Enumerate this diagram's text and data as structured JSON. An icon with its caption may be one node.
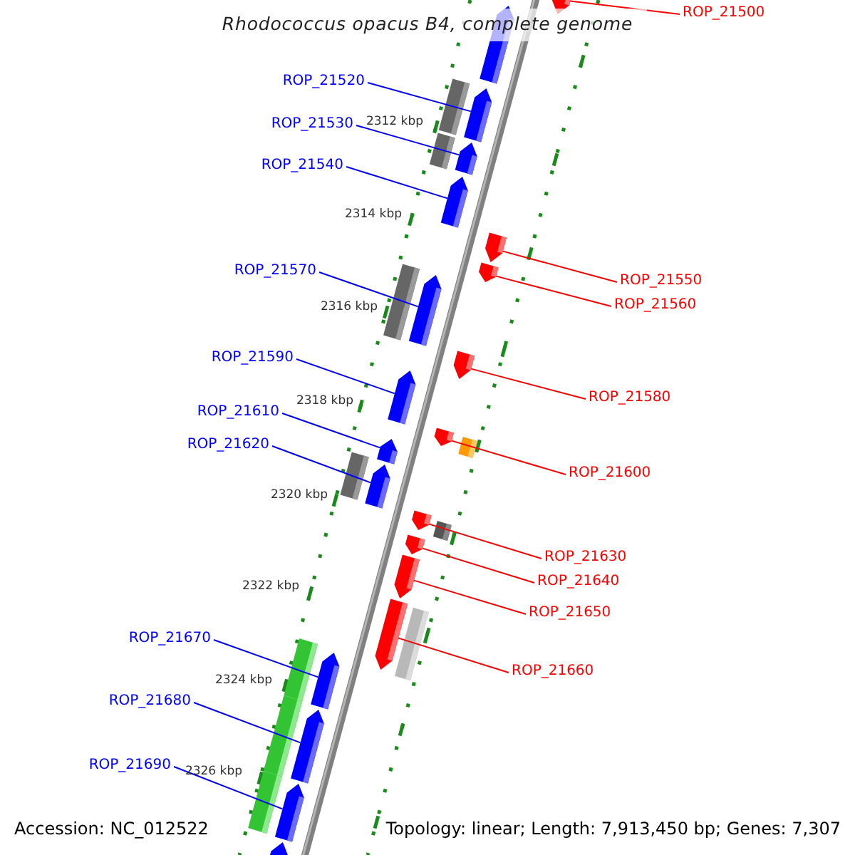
{
  "diagram": {
    "title": "Rhodococcus opacus B4, complete genome",
    "nodes": [
      {
        "text": [
          "ROP_21500"
        ]
      },
      {
        "text": [],
        "shape": "arrow"
      },
      {
        "text": [
          "ROP_21520"
        ]
      },
      {
        "text": [],
        "shape": "arrow"
      },
      {
        "text": [
          "ROP_21530"
        ]
      },
      {
        "text": [],
        "shape": "arrow"
      },
      {
        "text": [
          "ROP_21540"
        ]
      },
      {
        "text": [],
        "shape": "arrow"
      },
      {
        "text": [
          "ROP_21550"
        ]
      },
      {
        "text": [],
        "shape": "arrow"
      },
      {
        "text": [
          "ROP_21560"
        ]
      },
      {
        "text": [],
        "shape": "arrow"
      },
      {
        "text": [
          "ROP_21570"
        ]
      },
      {
        "text": [],
        "shape": "arrow"
      },
      {
        "text": [
          "ROP_21580"
        ]
      },
      {
        "text": [],
        "shape": "arrow"
      },
      {
        "text": [
          "ROP_21590"
        ]
      },
      {
        "text": [],
        "shape": "arrow"
      },
      {
        "text": [
          "ROP_21600"
        ]
      },
      {
        "text": [],
        "shape": "arrow"
      },
      {
        "text": [
          "ROP_21610"
        ]
      },
      {
        "text": [],
        "shape": "arrow"
      },
      {
        "text": [
          "ROP_21620"
        ]
      },
      {
        "text": [],
        "shape": "arrow"
      },
      {
        "text": [
          "ROP_21630"
        ]
      },
      {
        "text": [],
        "shape": "arrow"
      },
      {
        "text": [
          "ROP_21640"
        ]
      },
      {
        "text": [],
        "shape": "arrow"
      },
      {
        "text": [
          "ROP_21650"
        ]
      },
      {
        "text": [],
        "shape": "arrow"
      },
      {
        "text": [
          "ROP_21660"
        ]
      },
      {
        "text": [],
        "shape": "arrow"
      },
      {
        "text": [
          "ROP_21670"
        ]
      },
      {
        "text": [],
        "shape": "arrow"
      },
      {
        "text": [
          "ROP_21680"
        ]
      },
      {
        "text": [],
        "shape": "arrow"
      },
      {
        "text": [
          "ROP_21690"
        ]
      },
      {
        "text": [],
        "shape": "arrow"
      },
      {
        "text": [],
        "shape": "arrow"
      },
      {
        "text": [],
        "shape": "arrow"
      }
    ],
    "edges": [
      {
        "from": 0,
        "to": 1,
        "arrow": "none",
        "color": "#ff0000"
      },
      {
        "from": 2,
        "to": 3,
        "arrow": "none"
      },
      {
        "from": 4,
        "to": 5,
        "arrow": "none"
      },
      {
        "from": 6,
        "to": 7,
        "arrow": "none"
      },
      {
        "from": 8,
        "to": 9,
        "arrow": "none",
        "color": "#ff0000"
      },
      {
        "from": 10,
        "to": 11,
        "arrow": "none",
        "color": "#ff0000"
      },
      {
        "from": 12,
        "to": 13,
        "arrow": "none"
      },
      {
        "from": 14,
        "to": 15,
        "arrow": "none",
        "color": "#ff0000"
      },
      {
        "from": 16,
        "to": 17,
        "arrow": "none"
      },
      {
        "from": 18,
        "to": 19,
        "arrow": "none",
        "color": "#ff0000"
      },
      {
        "from": 20,
        "to": 21,
        "arrow": "none"
      },
      {
        "from": 22,
        "to": 23,
        "arrow": "none"
      },
      {
        "from": 24,
        "to": 25,
        "arrow": "none",
        "color": "#ff0000"
      },
      {
        "from": 26,
        "to": 27,
        "arrow": "none",
        "color": "#ff0000"
      },
      {
        "from": 28,
        "to": 29,
        "arrow": "none",
        "color": "#ff0000"
      },
      {
        "from": 30,
        "to": 31,
        "arrow": "none",
        "color": "#ff0000"
      },
      {
        "from": 32,
        "to": 33,
        "arrow": "none"
      },
      {
        "from": 34,
        "to": 35,
        "arrow": "none"
      },
      {
        "from": 36,
        "to": 37,
        "arrow": "none"
      }
    ],
    "labels": [
      "2312 kbp",
      "2314 kbp",
      "2316 kbp",
      "2318 kbp",
      "2320 kbp",
      "2322 kbp",
      "2324 kbp",
      "2326 kbp",
      "Accession: NC_012522",
      "Topology: linear; Length: 7,913,450 bp; Genes: 7,307"
    ]
  }
}
